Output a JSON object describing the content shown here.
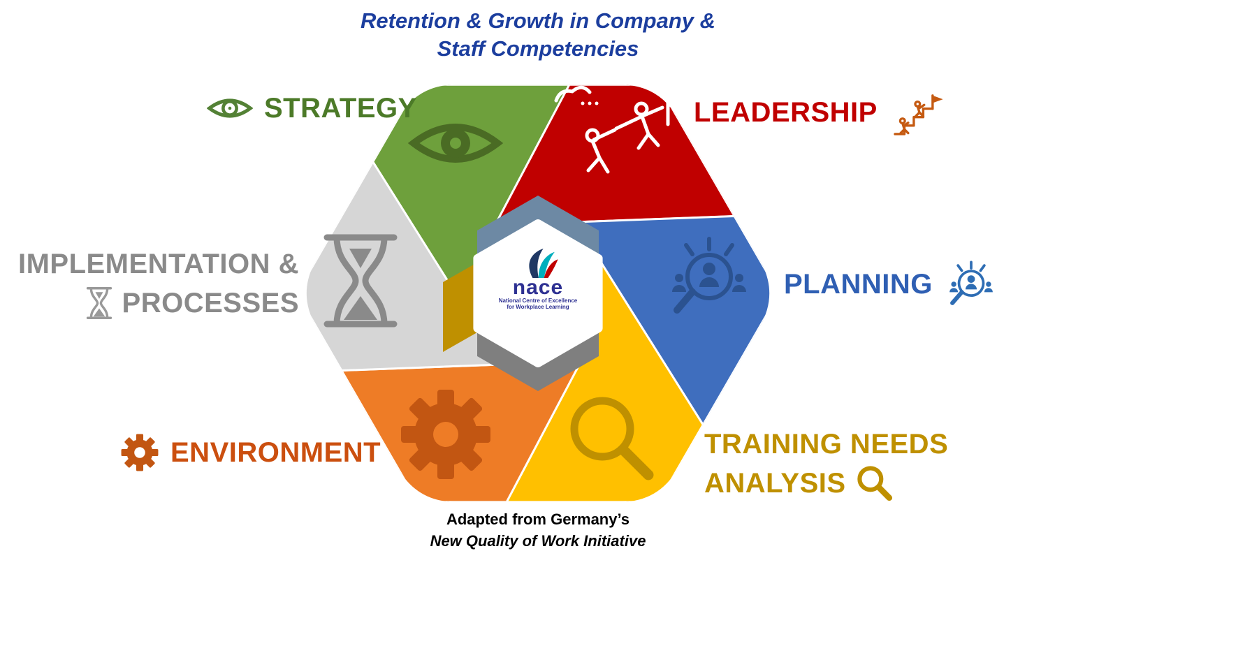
{
  "title": {
    "line1": "Retention & Growth in Company &",
    "line2": "Staff Competencies",
    "color": "#1C3E9E"
  },
  "caption": {
    "line1": "Adapted from Germany’s",
    "line2": "New Quality of Work Initiative"
  },
  "center_logo": {
    "wordmark": "nace",
    "wordmark_color": "#2D3092",
    "tagline_line1": "National Centre of Excellence",
    "tagline_line2": "for Workplace Learning"
  },
  "segments": [
    {
      "id": "strategy",
      "label": "STRATEGY",
      "segment_color": "#6EA03C",
      "label_color": "#4C7A28",
      "icon": "eye-icon"
    },
    {
      "id": "leadership",
      "label": "LEADERSHIP",
      "segment_color": "#C00000",
      "label_color": "#C00000",
      "icon": "climbers-flag-icon"
    },
    {
      "id": "planning",
      "label": "PLANNING",
      "segment_color": "#3F6EBE",
      "label_color": "#2F5FB3",
      "icon": "people-magnifier-icon"
    },
    {
      "id": "training-needs-analysis",
      "label_line1": "TRAINING NEEDS",
      "label_line2": "ANALYSIS",
      "segment_color": "#FFC000",
      "label_color": "#BF9000",
      "icon": "magnifier-icon"
    },
    {
      "id": "environment",
      "label": "ENVIRONMENT",
      "segment_color": "#EE7C26",
      "label_color": "#CB4F0F",
      "icon": "gear-icon"
    },
    {
      "id": "implementation-processes",
      "label_line1": "IMPLEMENTATION &",
      "label_line2": "PROCESSES",
      "segment_color": "#D6D6D6",
      "label_color": "#8A8A8A",
      "icon": "hourglass-icon"
    }
  ],
  "shades": {
    "slate_notch": "#6D89A4",
    "gold_notch": "#BF9000",
    "gray_notch": "#7F7F7F"
  }
}
